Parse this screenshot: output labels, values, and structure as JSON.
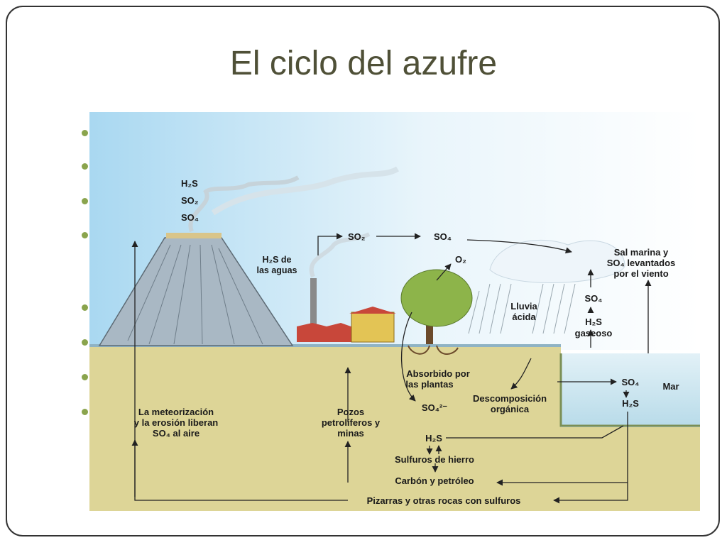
{
  "slide": {
    "title": "El ciclo del azufre",
    "bullet_count": 8,
    "colors": {
      "bullet": "#8aa44d",
      "title": "#4f5037",
      "sky": "#bfe3f6",
      "ground": "#ddd597",
      "sea": "#cfe8f1"
    }
  },
  "diagram": {
    "volcano": {
      "h2s": "H₂S",
      "so2": "SO₂",
      "so4": "SO₄"
    },
    "factory": {
      "line1": "H₂S de",
      "line2": "las aguas"
    },
    "air": {
      "so2": "SO₂",
      "so4": "SO₄",
      "o2": "O₂"
    },
    "wind": {
      "line1": "Sal marina y",
      "line2": "SO₄ levantados",
      "line3": "por el viento"
    },
    "rain": {
      "line1": "Lluvia",
      "line2": "ácida"
    },
    "sea_gas": {
      "so4": "SO₄",
      "h2s": "H₂S",
      "gaseoso": "gaseoso"
    },
    "plants": {
      "line1": "Absorbido por",
      "line2": "las plantas",
      "so4_ion": "SO₄²⁻"
    },
    "decomp": {
      "line1": "Descomposición",
      "line2": "orgánica"
    },
    "sea": {
      "so4": "SO₄",
      "h2s": "H₂S",
      "mar": "Mar"
    },
    "weathering": {
      "line1": "La meteorización",
      "line2": "y la erosión liberan",
      "line3": "SO₄ al aire"
    },
    "wells": {
      "line1": "Pozos",
      "line2": "petrolíferos y",
      "line3": "minas"
    },
    "underground": {
      "h2s": "H₂S",
      "sulfides": "Sulfuros de hierro",
      "coal": "Carbón y petróleo",
      "rocks": "Pizarras y otras rocas con sulfuros"
    }
  }
}
